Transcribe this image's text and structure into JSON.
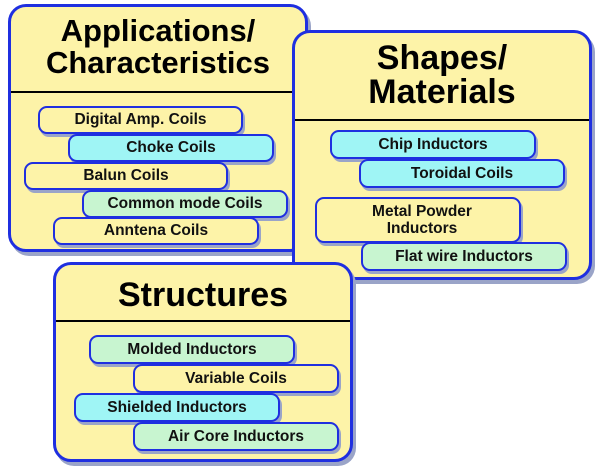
{
  "applications": {
    "title_line1": "Applications/",
    "title_line2": "Characteristics",
    "items": [
      "Digital Amp. Coils",
      "Choke Coils",
      "Balun Coils",
      "Common mode Coils",
      "Anntena Coils"
    ]
  },
  "shapes": {
    "title_line1": "Shapes/",
    "title_line2": "Materials",
    "items": [
      "Chip Inductors",
      "Toroidal Coils",
      "Metal Powder",
      "Inductors",
      "Flat wire Inductors"
    ]
  },
  "structures": {
    "title": "Structures",
    "items": [
      "Molded Inductors",
      "Variable Coils",
      "Shielded Inductors",
      "Air Core Inductors"
    ]
  },
  "colors": {
    "card_fill": "#fdf3a8",
    "border": "#1f2fe0",
    "pill_cyan": "#9ff5f5",
    "pill_green": "#c8f5d0"
  }
}
